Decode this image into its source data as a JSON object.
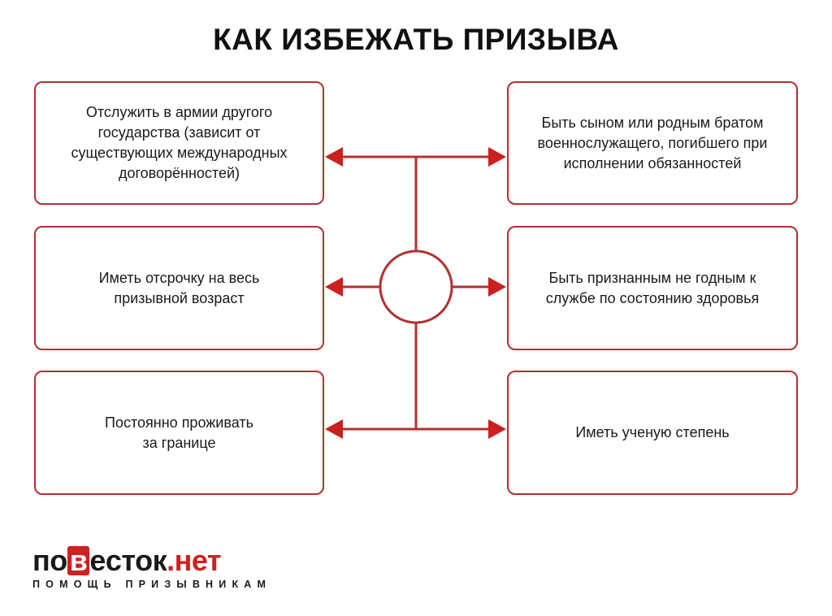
{
  "title": "КАК ИЗБЕЖАТЬ ПРИЗЫВА",
  "boxes": {
    "left": [
      "Отслужить в армии другого государства (зависит от существующих международных договорённостей)",
      "Иметь отсрочку на весь призывной возраст",
      "Постоянно проживать за границе"
    ],
    "right": [
      "Быть сыном или родным братом военнослужащего, погибшего при исполнении обязанностей",
      "Быть признанным не годным к службе по состоянию здоровья",
      "Иметь ученую степень"
    ]
  },
  "logo": {
    "part1": "по",
    "part_v": "в",
    "part2": "еcток",
    "part3": ".нет",
    "tagline": "ПОМОЩЬ ПРИЗЫВНИКАМ"
  },
  "colors": {
    "border": "#b3302e",
    "arrow": "#cc1f1f",
    "brand": "#d0201f"
  }
}
